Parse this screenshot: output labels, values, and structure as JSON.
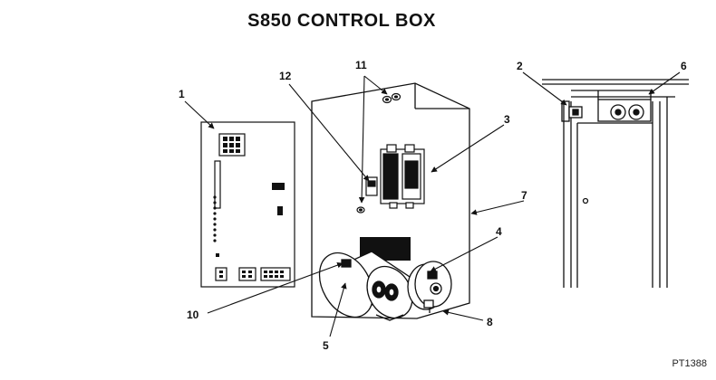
{
  "title": "S850 CONTROL BOX",
  "drawing_code": "PT1388",
  "callouts": [
    "1",
    "2",
    "3",
    "4",
    "5",
    "6",
    "7",
    "8",
    "10",
    "11",
    "12"
  ]
}
